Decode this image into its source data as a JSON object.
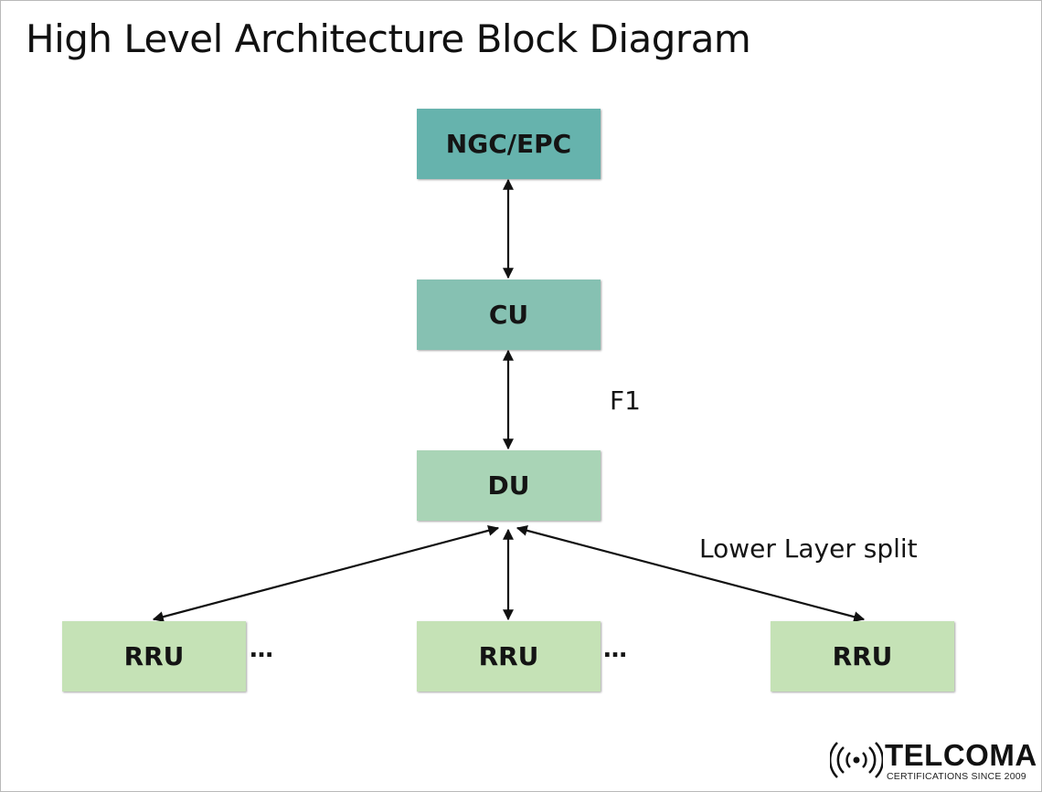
{
  "title": "High Level Architecture Block Diagram",
  "colors": {
    "ngc_fill": "#66b3ad",
    "cu_fill": "#86c1b2",
    "du_fill": "#a9d4b6",
    "rru_fill": "#c5e2b6",
    "arrow": "#111111"
  },
  "blocks": {
    "ngc": "NGC/EPC",
    "cu": "CU",
    "du": "DU",
    "rru_left": "RRU",
    "rru_center": "RRU",
    "rru_right": "RRU"
  },
  "interfaces": {
    "cu_du": "F1",
    "du_rru": "Lower Layer split"
  },
  "ellipsis": {
    "left": "…",
    "right": "…"
  },
  "logo": {
    "name": "TELCOMA",
    "tagline": "CERTIFICATIONS SINCE 2009",
    "icon": "broadcast-signal-icon"
  }
}
